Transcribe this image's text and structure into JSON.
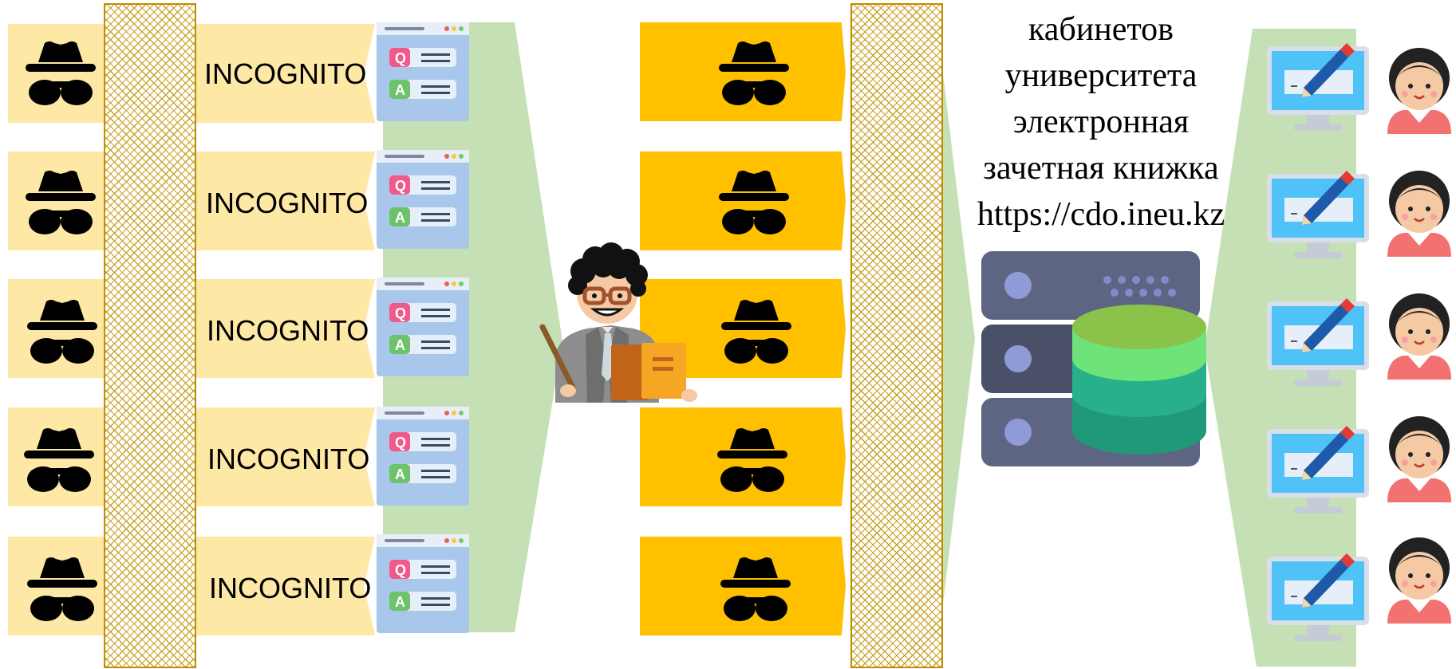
{
  "incognito_rows": [
    {
      "label": "INCOGNITO"
    },
    {
      "label": "INCOGNITO"
    },
    {
      "label": "INCOGNITO"
    },
    {
      "label": "INCOGNITO"
    },
    {
      "label": "INCOGNITO"
    }
  ],
  "caption": {
    "line1": "кабинетов",
    "line2": "университета",
    "line3": "электронная",
    "line4": "зачетная книжка",
    "line5": "https://cdo.ineu.kz"
  },
  "icons": {
    "spy": "incognito-spy-icon",
    "qa": "qa-browser-window-icon",
    "teacher": "teacher-icon",
    "server": "database-server-icon",
    "computer": "computer-with-pencil-icon",
    "student": "student-girl-icon"
  },
  "colors": {
    "left_row": "#fee8a6",
    "mid_row": "#ffc000",
    "funnel": "#c5e0b4",
    "hatch": "#bf8f00"
  }
}
